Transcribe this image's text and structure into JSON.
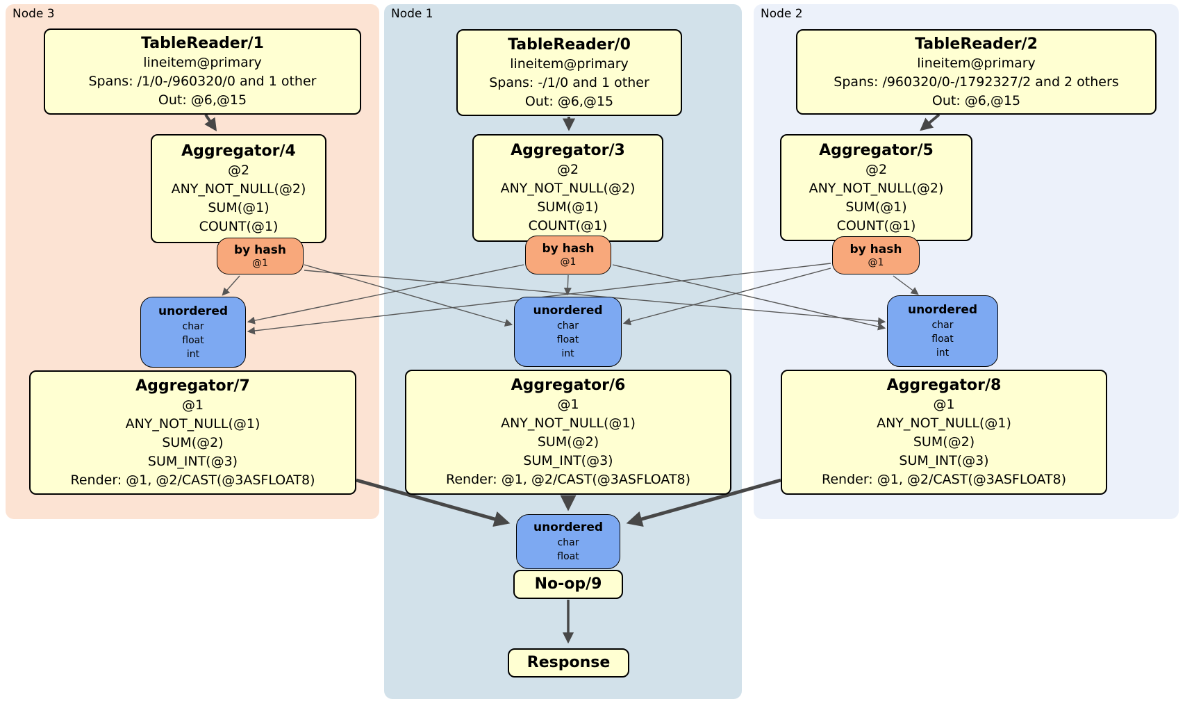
{
  "diagram": {
    "regions": {
      "node3": {
        "label": "Node 3"
      },
      "node1": {
        "label": "Node 1"
      },
      "node2": {
        "label": "Node 2"
      }
    },
    "processors": {
      "tr1": {
        "title": "TableReader/1",
        "lines": [
          "lineitem@primary",
          "Spans: /1/0-/960320/0 and 1 other",
          "Out: @6,@15"
        ]
      },
      "tr0": {
        "title": "TableReader/0",
        "lines": [
          "lineitem@primary",
          "Spans: -/1/0 and 1 other",
          "Out: @6,@15"
        ]
      },
      "tr2": {
        "title": "TableReader/2",
        "lines": [
          "lineitem@primary",
          "Spans: /960320/0-/1792327/2 and 2 others",
          "Out: @6,@15"
        ]
      },
      "agg4": {
        "title": "Aggregator/4",
        "lines": [
          "@2",
          "ANY_NOT_NULL(@2)",
          "SUM(@1)",
          "COUNT(@1)"
        ]
      },
      "agg3": {
        "title": "Aggregator/3",
        "lines": [
          "@2",
          "ANY_NOT_NULL(@2)",
          "SUM(@1)",
          "COUNT(@1)"
        ]
      },
      "agg5": {
        "title": "Aggregator/5",
        "lines": [
          "@2",
          "ANY_NOT_NULL(@2)",
          "SUM(@1)",
          "COUNT(@1)"
        ]
      },
      "agg7": {
        "title": "Aggregator/7",
        "lines": [
          "@1",
          "ANY_NOT_NULL(@1)",
          "SUM(@2)",
          "SUM_INT(@3)",
          "Render: @1, @2/CAST(@3ASFLOAT8)"
        ]
      },
      "agg6": {
        "title": "Aggregator/6",
        "lines": [
          "@1",
          "ANY_NOT_NULL(@1)",
          "SUM(@2)",
          "SUM_INT(@3)",
          "Render: @1, @2/CAST(@3ASFLOAT8)"
        ]
      },
      "agg8": {
        "title": "Aggregator/8",
        "lines": [
          "@1",
          "ANY_NOT_NULL(@1)",
          "SUM(@2)",
          "SUM_INT(@3)",
          "Render: @1, @2/CAST(@3ASFLOAT8)"
        ]
      },
      "noop": {
        "title": "No-op/9"
      },
      "response": {
        "title": "Response"
      }
    },
    "routers": {
      "r3": {
        "label": "by hash",
        "detail": "@1"
      },
      "r1": {
        "label": "by hash",
        "detail": "@1"
      },
      "r2": {
        "label": "by hash",
        "detail": "@1"
      }
    },
    "syncs": {
      "s3": {
        "label": "unordered",
        "items": [
          "char",
          "float",
          "int"
        ]
      },
      "s1": {
        "label": "unordered",
        "items": [
          "char",
          "float",
          "int"
        ]
      },
      "s2": {
        "label": "unordered",
        "items": [
          "char",
          "float",
          "int"
        ]
      },
      "sfinal": {
        "label": "unordered",
        "items": [
          "char",
          "float"
        ]
      }
    },
    "colors": {
      "region_node3": "#fce3d3",
      "region_node1": "#d2e1ea",
      "region_node2": "#ecf1fa",
      "processor_fill": "#ffffd2",
      "router_fill": "#f8a87b",
      "sync_fill": "#7da9f2",
      "edge": "#474747",
      "border": "#000000"
    }
  }
}
